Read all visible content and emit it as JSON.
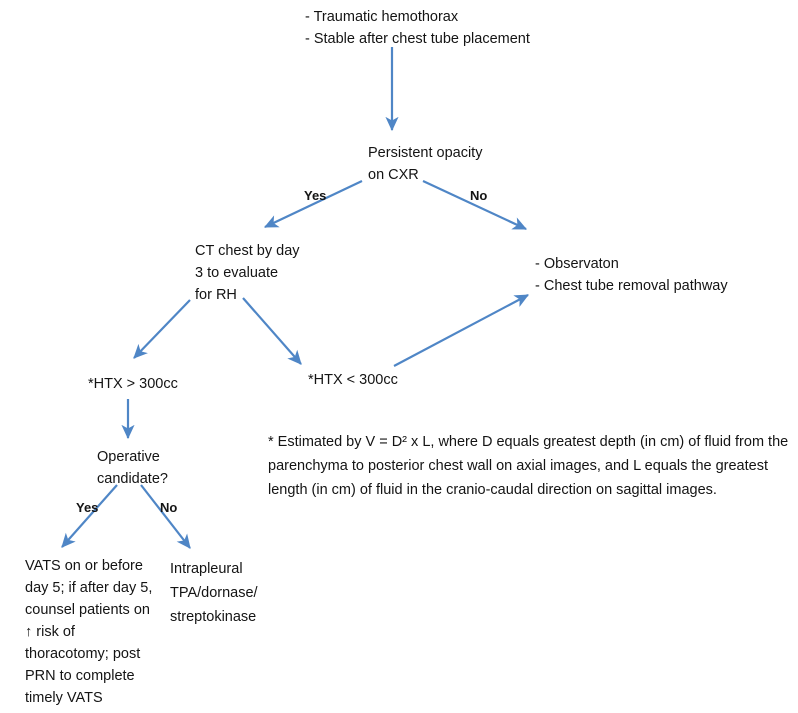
{
  "diagram": {
    "arrow_color": "#4F86C6",
    "nodes": {
      "start": {
        "lines": [
          "- Traumatic hemothorax",
          "- Stable after chest tube placement"
        ]
      },
      "persistent_opacity": {
        "lines": [
          "Persistent opacity",
          "on CXR"
        ]
      },
      "ct_chest": {
        "lines": [
          "CT chest by day",
          "3 to evaluate",
          "for RH"
        ]
      },
      "observation": {
        "lines": [
          "- Observaton",
          "- Chest tube removal pathway"
        ]
      },
      "htx_high": {
        "label": "*HTX > 300cc"
      },
      "htx_low": {
        "label": "*HTX < 300cc"
      },
      "operative_candidate": {
        "lines": [
          "Operative",
          "candidate?"
        ]
      },
      "vats": {
        "lines": [
          "VATS on or before",
          "day 5; if after day 5,",
          "counsel patients on",
          "↑ risk of",
          "thoracotomy; post",
          "PRN to complete",
          "timely VATS"
        ]
      },
      "intrapleural": {
        "lines": [
          "Intrapleural",
          "TPA/dornase/",
          "streptokinase"
        ]
      }
    },
    "edge_labels": {
      "cxr_yes": "Yes",
      "cxr_no": "No",
      "operative_yes": "Yes",
      "operative_no": "No"
    },
    "footnote": {
      "lines": [
        "* Estimated by V = D² x L, where D equals greatest depth (in cm) of fluid from the",
        "parenchyma to posterior chest wall on axial images, and L equals the greatest",
        "length (in cm) of fluid in the cranio-caudal direction on sagittal images."
      ]
    }
  }
}
